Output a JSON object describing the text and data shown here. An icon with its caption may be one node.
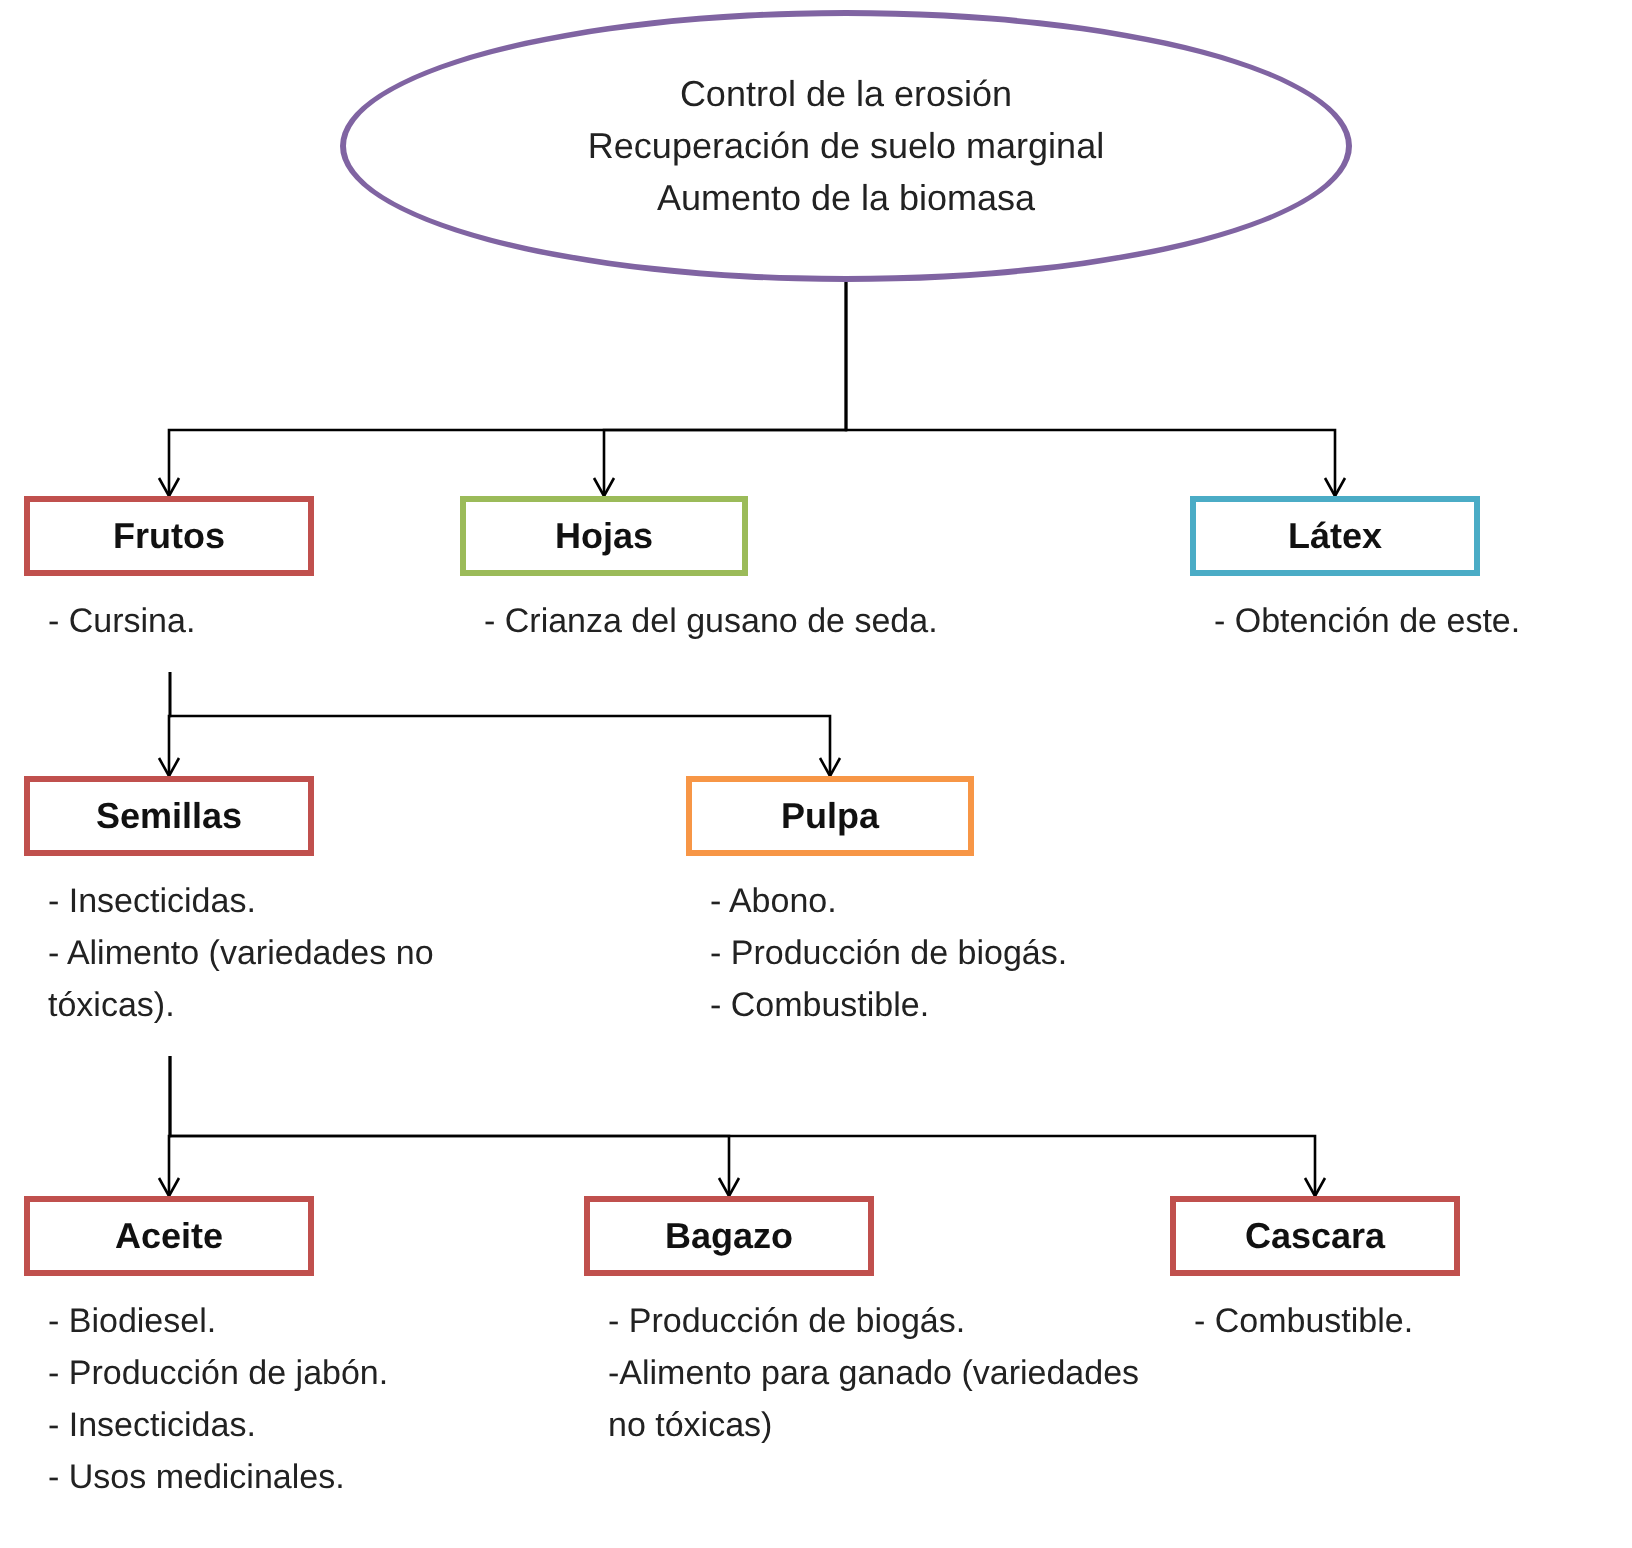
{
  "diagram": {
    "nodes": [
      {
        "text": [
          "Control de la erosión",
          "Recuperación de suelo marginal",
          "Aumento de la biomasa"
        ]
      },
      {
        "text": [
          "Frutos"
        ],
        "beside": [
          "- Cursina."
        ]
      },
      {
        "text": [
          "Hojas"
        ],
        "beside": [
          "- Crianza del gusano de seda."
        ]
      },
      {
        "text": [
          "Látex"
        ],
        "beside": [
          "- Obtención de este."
        ]
      },
      {
        "text": [
          "Semillas"
        ],
        "beside": [
          "- Insecticidas.",
          "- Alimento (variedades no tóxicas)."
        ]
      },
      {
        "text": [
          "Pulpa"
        ],
        "beside": [
          "- Abono.",
          "- Producción de biogás.",
          "- Combustible."
        ]
      },
      {
        "text": [
          "Aceite"
        ],
        "beside": [
          "- Biodiesel.",
          "- Producción de jabón.",
          "- Insecticidas.",
          "- Usos medicinales."
        ]
      },
      {
        "text": [
          "Bagazo"
        ],
        "beside": [
          "- Producción de biogás.",
          "-Alimento para ganado (variedades no tóxicas)"
        ]
      },
      {
        "text": [
          "Cascara"
        ],
        "beside": [
          "- Combustible."
        ]
      }
    ],
    "edges": [
      {
        "from": 0,
        "to": 1,
        "arrow": "to"
      },
      {
        "from": 0,
        "to": 2,
        "arrow": "to"
      },
      {
        "from": 0,
        "to": 3,
        "arrow": "to"
      },
      {
        "from": 1,
        "to": 4,
        "arrow": "to"
      },
      {
        "from": 1,
        "to": 5,
        "arrow": "to"
      },
      {
        "from": 4,
        "to": 6,
        "arrow": "to"
      },
      {
        "from": 4,
        "to": 7,
        "arrow": "to"
      },
      {
        "from": 4,
        "to": 8,
        "arrow": "to"
      }
    ]
  }
}
